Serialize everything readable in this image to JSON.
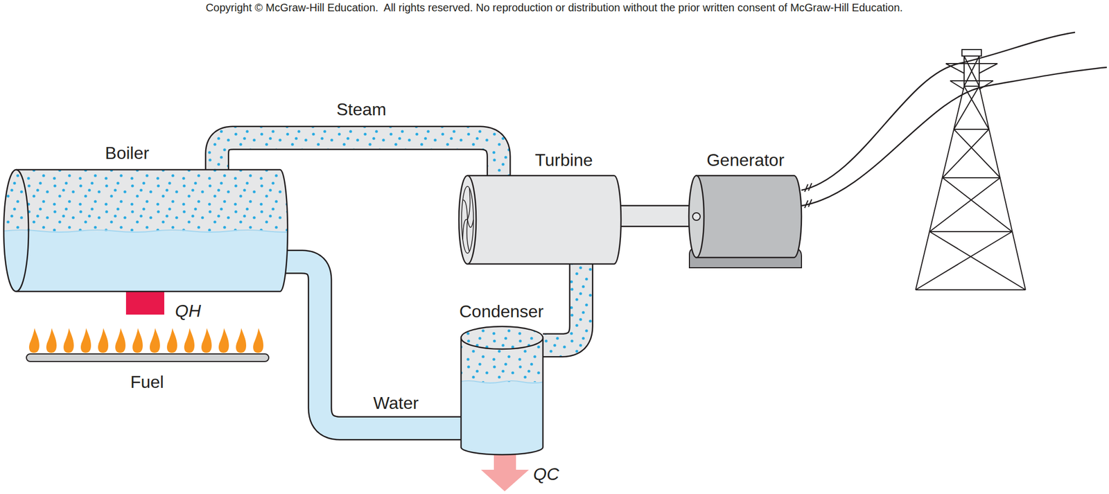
{
  "diagram": {
    "nodes": [
      {
        "text": [
          "Boiler"
        ]
      },
      {
        "text": [
          "Turbine"
        ]
      },
      {
        "text": [
          "Generator"
        ]
      },
      {
        "text": [
          "Condenser"
        ]
      }
    ],
    "edges": [
      {
        "from": 0,
        "to": 1,
        "arrow": "none",
        "label": "Steam"
      },
      {
        "from": 1,
        "to": 3,
        "arrow": "none"
      },
      {
        "from": 3,
        "to": 0,
        "arrow": "none",
        "label": "Water"
      },
      {
        "from": 1,
        "to": 2,
        "arrow": "none"
      }
    ],
    "labels": [
      "Copyright © McGraw-Hill Education.  All rights reserved. No reproduction or distribution without the prior written consent of McGraw-Hill Education.",
      "Fuel",
      "QH",
      "QC"
    ]
  }
}
